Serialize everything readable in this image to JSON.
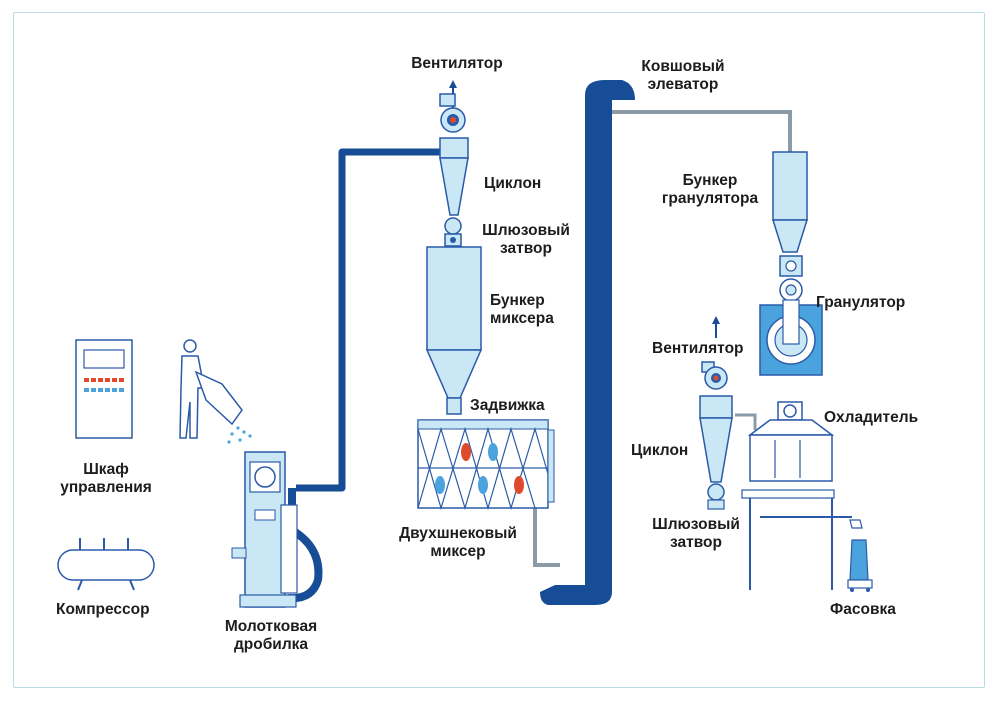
{
  "colors": {
    "pipe_dark": "#174d96",
    "equipment_light": "#c9e7f5",
    "equipment_outline": "#2a5aa8",
    "gray_pipe": "#8a9aa6",
    "accent_red": "#e04a2c",
    "accent_blue": "#4aa3dd",
    "frame": "#b9dce4"
  },
  "labels": {
    "fan_top": "Вентилятор",
    "bucket_elevator": "Ковшовый\nэлеватор",
    "cyclone_top": "Циклон",
    "airlock_top": "Шлюзовый\nзатвор",
    "mixer_hopper": "Бункер\nмиксера",
    "gate_valve": "Задвижка",
    "twin_mixer": "Двухшнековый\nмиксер",
    "granulator_hopper": "Бункер\nгранулятора",
    "granulator": "Гранулятор",
    "fan_right": "Вентилятор",
    "cooler": "Охладитель",
    "cyclone_right": "Циклон",
    "airlock_right": "Шлюзовый\nзатвор",
    "packing": "Фасовка",
    "control_cabinet": "Шкаф\nуправления",
    "compressor": "Компрессор",
    "hammer_mill": "Молотковая\nдробилка"
  }
}
